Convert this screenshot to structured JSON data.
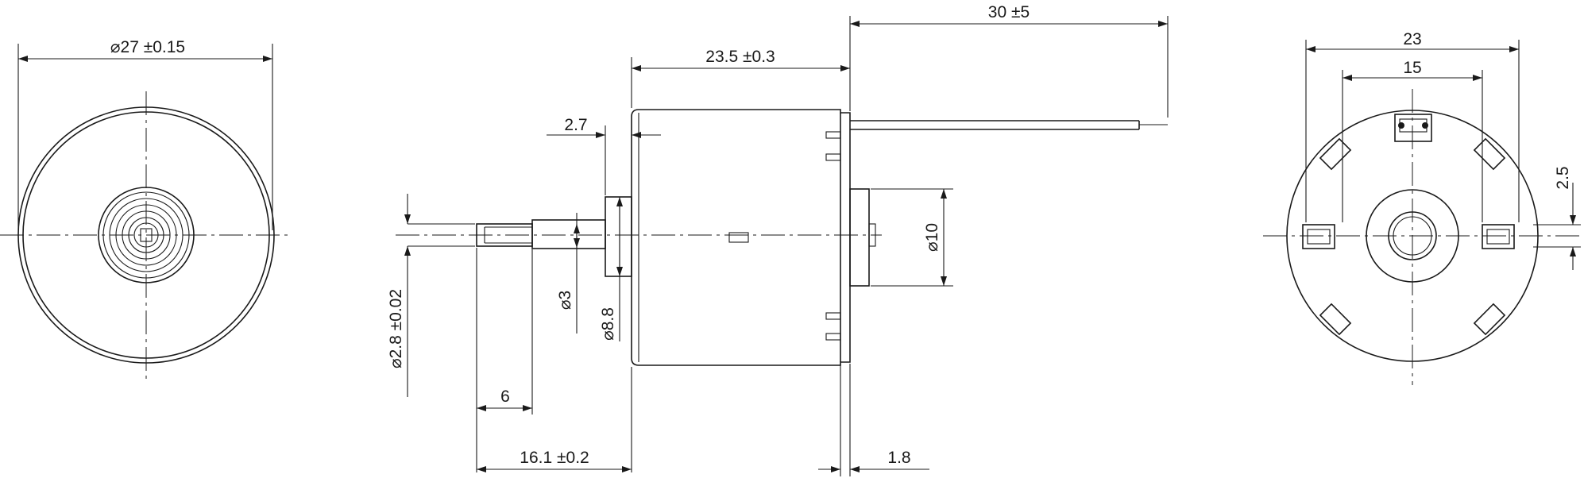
{
  "dimensions": {
    "front_diameter": "⌀27 ±0.15",
    "body_length": "23.5 ±0.3",
    "wire_length": "30 ±5",
    "bearing_step": "2.7",
    "bushing_diameter": "⌀10",
    "shaft_d3": "⌀3",
    "bearing_d88": "⌀8.8",
    "shaft_d28": "⌀2.8 ±0.02",
    "flat_length": "6",
    "shaft_length": "16.1 ±0.2",
    "endcap_thickness": "1.8",
    "rear_width_23": "23",
    "rear_width_15": "15",
    "rear_offset_25": "2.5"
  },
  "colors": {
    "line": "#1a1a1a",
    "background": "#ffffff"
  }
}
